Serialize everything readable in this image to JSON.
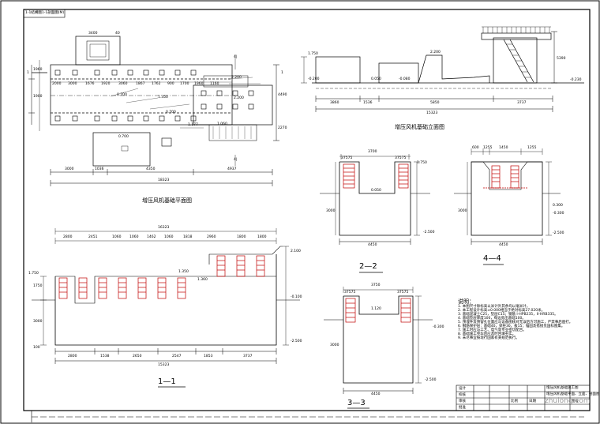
{
  "tag": "1-1結構圖1-1剖面圖(M)",
  "colors": {
    "line": "#000000",
    "rebar": "#c00000",
    "paper": "#ffffff"
  },
  "plan": {
    "title": "增压风机基础平面图",
    "top_dims": [
      "3400",
      "40"
    ],
    "row_dims": [
      "2000",
      "3000",
      "1676",
      "1920",
      "3060",
      "1867",
      "1762",
      "900",
      "1700",
      "1960",
      "1160"
    ],
    "bottom_dims": [
      "3000",
      "1036",
      "4350",
      "4937"
    ],
    "overall": "18323",
    "right_dims": [
      "1960",
      "1900",
      "4490",
      "2270"
    ],
    "levels": [
      "0.700",
      "0.700",
      "1.350",
      "2.200",
      "2.200",
      "1.177",
      "1.060",
      "0.700"
    ],
    "marks": [
      "4|",
      "4|",
      "1",
      "1"
    ]
  },
  "elevation": {
    "title": "增压风机基础立面图",
    "levels": [
      "1.750",
      "-0.200",
      "0.050",
      "-0.080",
      "2.200",
      "-0.230"
    ],
    "dims": [
      "3860",
      "1536",
      "5850",
      "3737"
    ],
    "overall": "15323",
    "right_dim": "5390"
  },
  "section_2": {
    "label": "2—2",
    "top": "3700",
    "edges": [
      "37575",
      "37575"
    ],
    "width": "4450",
    "levels": [
      "1.750",
      "0.050",
      "-2.500"
    ],
    "height": "3000"
  },
  "section_4": {
    "label": "4—4",
    "top_dims": [
      "600",
      "1255",
      "1450",
      "1255"
    ],
    "width": "4450",
    "levels": [
      "0.300",
      "-0.300",
      "-2.500"
    ],
    "height": "3000"
  },
  "section_1": {
    "label": "1—1",
    "top_dims": [
      "2800",
      "2451",
      "1060",
      "1060",
      "1462",
      "1060",
      "1818",
      "2960",
      "1800",
      "1800"
    ],
    "top_overall": "16323",
    "levels": [
      "1.750",
      "2.100",
      "1.350",
      "1.360",
      "-0.100",
      "-2.500"
    ],
    "bottom_dims": [
      "2800",
      "1538",
      "2650",
      "2547",
      "1853",
      "3737"
    ],
    "bottom_overall": "15323",
    "left_dims": [
      "1750",
      "3000",
      "100"
    ]
  },
  "section_3": {
    "label": "3—3",
    "top": "3750",
    "edges": [
      "37575",
      "37575"
    ],
    "width": "4450",
    "levels": [
      "1.120",
      "-0.300",
      "-2.500"
    ],
    "height": "3000"
  },
  "notes": {
    "heading": "说明：",
    "items": [
      "1. 本图尺寸除标高以米计外其余均以毫米计。",
      "2. 本工程设计标高±0.000相当于绝对标高27.020米。",
      "3. 基础混凝土C25，垫层C15；钢筋 I-HPB235，II-HRB335。",
      "4. 基础垫层厚度100，每边宽出基础100。",
      "5. 预埋件及预留孔位置应与设备图核对无误后方可施工，严禁事后凿打。",
      "6. 钢筋保护层：基础40，梁柱30，板15；锚固及搭接见国标图集。",
      "7. 施工时应与工艺、电气等专业密切配合。",
      "8. 基础施工完毕后应及时回填夯实。",
      "9. 未尽事宜按现行国家有关规范执行。"
    ]
  },
  "title_block": {
    "project": "增压风机基础施工图",
    "drawing_title": "增压风机基础平面、立面、剖面图",
    "cells": [
      "设计",
      "校核",
      "审核",
      "批准",
      "比例",
      "日期",
      "图号"
    ]
  },
  "watermark": "zhulong.com"
}
